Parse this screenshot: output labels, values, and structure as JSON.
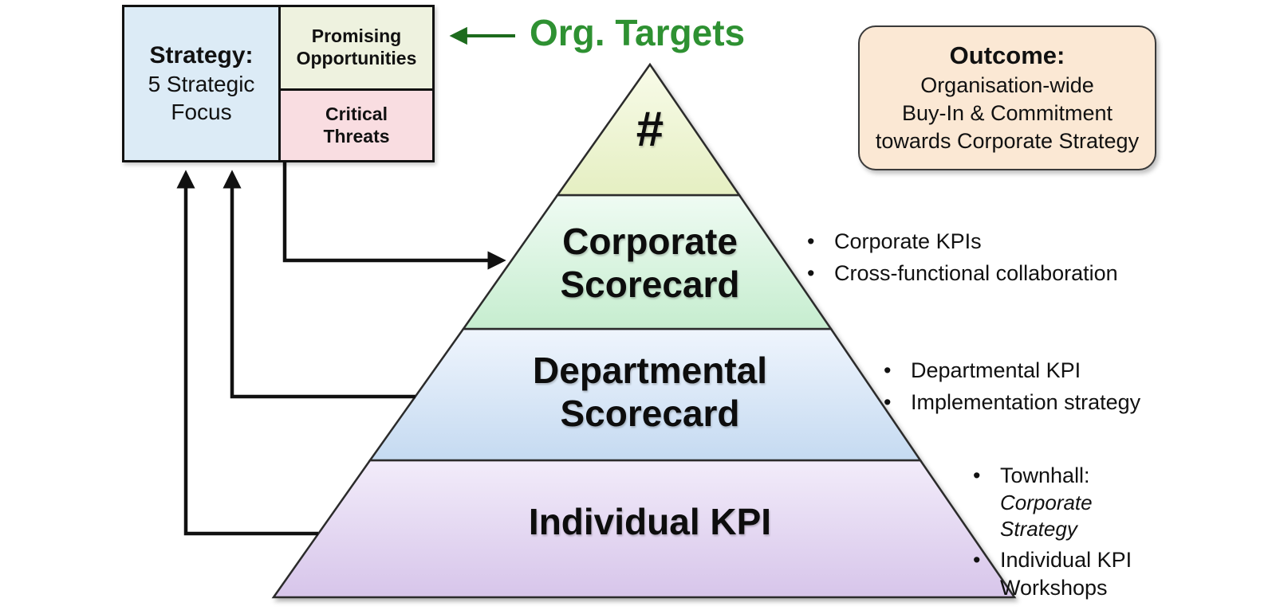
{
  "colors": {
    "accent_green": "#2e9132",
    "arrow_green": "#1d6b1d",
    "connector_black": "#111111",
    "strategy_fill": "#dcebf6",
    "opportunities_fill": "#eef2df",
    "threats_fill": "#f9dde1",
    "outcome_fill": "#fbe8d4"
  },
  "strategy_box": {
    "title": "Strategy:",
    "subtitle": "5 Strategic Focus",
    "opportunities_label": "Promising Opportunities",
    "threats_label": "Critical Threats"
  },
  "org_targets_label": "Org. Targets",
  "outcome_box": {
    "title": "Outcome:",
    "line1": "Organisation-wide",
    "line2": "Buy-In & Commitment",
    "line3": "towards Corporate Strategy"
  },
  "pyramid": {
    "levels": [
      {
        "label": "#",
        "color_top": "#f8fbe9",
        "color_bottom": "#e5efc2"
      },
      {
        "label": "Corporate Scorecard",
        "color_top": "#effbf3",
        "color_bottom": "#c6edcf"
      },
      {
        "label": "Departmental Scorecard",
        "color_top": "#eff5fd",
        "color_bottom": "#c5daf1"
      },
      {
        "label": "Individual KPI",
        "color_top": "#f2ecfa",
        "color_bottom": "#d7c5ea"
      }
    ]
  },
  "bullet": "•",
  "annotations": {
    "corporate": {
      "item1": "Corporate KPIs",
      "item2": "Cross-functional collaboration"
    },
    "departmental": {
      "item1": "Departmental KPI",
      "item2": "Implementation strategy"
    },
    "individual": {
      "item1": "Townhall:",
      "item1_sub": "Corporate Strategy",
      "item2": "Individual KPI Workshops"
    }
  }
}
